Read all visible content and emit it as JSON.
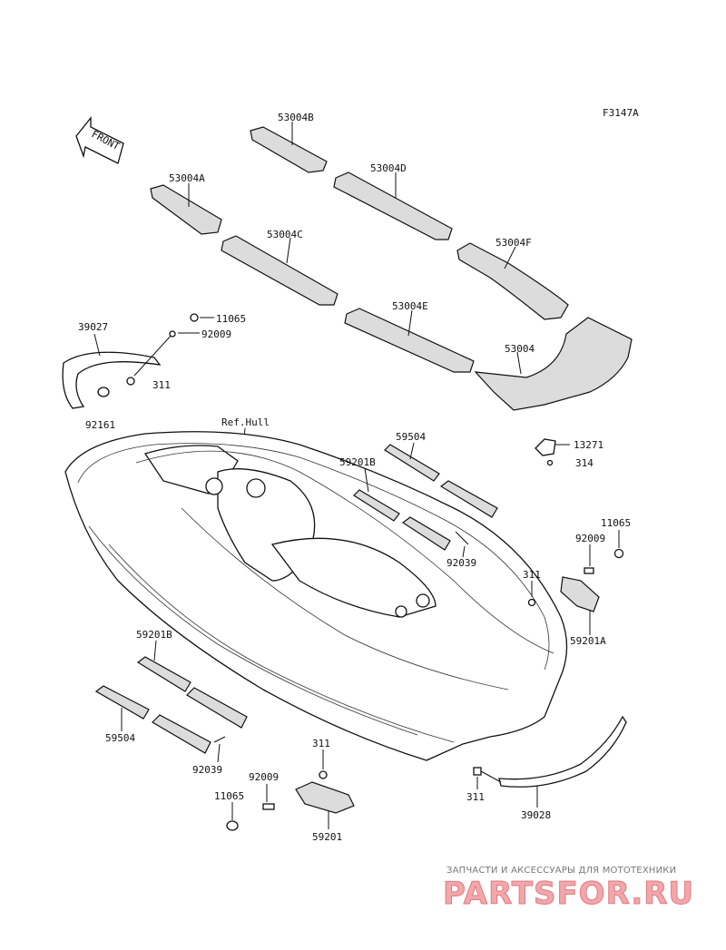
{
  "figure_code": "F3147A",
  "front_label": "FRONT",
  "labels": {
    "p53004B": "53004B",
    "p53004A": "53004A",
    "p53004D": "53004D",
    "p53004C": "53004C",
    "p53004F": "53004F",
    "p53004E": "53004E",
    "p53004": "53004",
    "p39027": "39027",
    "p11065_top": "11065",
    "p92009_top": "92009",
    "p311_top": "311",
    "p92161": "92161",
    "ref_hull": "Ref.Hull",
    "p59504_top": "59504",
    "p59201B_top": "59201B",
    "p13271": "13271",
    "p314": "314",
    "p92039_top": "92039",
    "p11065_right": "11065",
    "p92009_right": "92009",
    "p311_right": "311",
    "p59201A": "59201A",
    "p59201B_bottom": "59201B",
    "p59504_bottom": "59504",
    "p92039_bottom": "92039",
    "p311_bottom": "311",
    "p92009_bottom": "92009",
    "p11065_bottom": "11065",
    "p59201": "59201",
    "p311_lower_right": "311",
    "p39028": "39028"
  },
  "watermark": {
    "caption": "ЗАПЧАСТИ И АКСЕССУАРЫ ДЛЯ МОТОТЕХНИКИ",
    "logo": "PARTSFOR.RU"
  }
}
